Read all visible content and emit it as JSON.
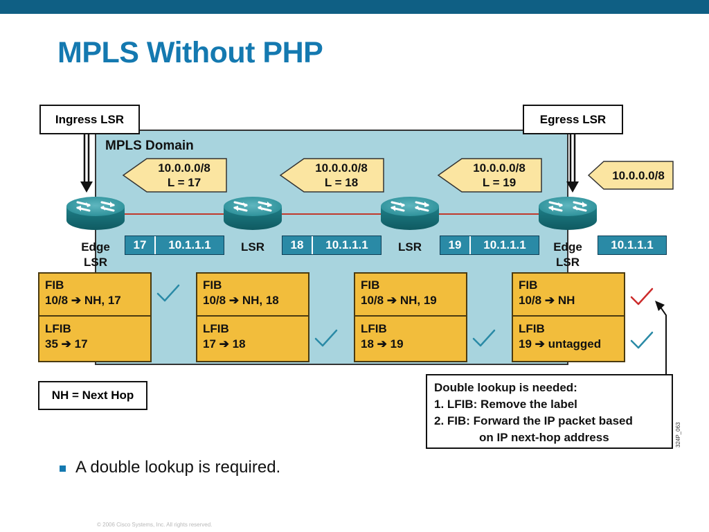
{
  "title": "MPLS Without PHP",
  "bullet": "A double lookup is required.",
  "copyright": "© 2006 Cisco Systems, Inc. All rights reserved.",
  "image_id": "324P_063",
  "colors": {
    "topbar": "#0f5f84",
    "title": "#1479b0",
    "domain_fill": "#a8d4de",
    "packet": "#2a8aa6",
    "route_arrow": "#fbe5a1",
    "table": "#f2bd3c",
    "link": "#c0392b",
    "check_ok": "#2a8aa6",
    "check_bad": "#cc2b2b"
  },
  "labels": {
    "ingress": "Ingress LSR",
    "egress": "Egress LSR",
    "domain": "MPLS Domain",
    "legend": "NH = Next Hop"
  },
  "route_adverts": [
    {
      "line1": "10.0.0.0/8",
      "line2": "L = 17"
    },
    {
      "line1": "10.0.0.0/8",
      "line2": "L = 18"
    },
    {
      "line1": "10.0.0.0/8",
      "line2": "L = 19"
    },
    {
      "line1": "10.0.0.0/8",
      "line2": ""
    }
  ],
  "routers": [
    {
      "name1": "Edge",
      "name2": "LSR"
    },
    {
      "name1": "LSR",
      "name2": ""
    },
    {
      "name1": "LSR",
      "name2": ""
    },
    {
      "name1": "Edge",
      "name2": "LSR"
    }
  ],
  "packets": [
    {
      "label": "17",
      "ip": "10.1.1.1"
    },
    {
      "label": "18",
      "ip": "10.1.1.1"
    },
    {
      "label": "19",
      "ip": "10.1.1.1"
    },
    {
      "label": "",
      "ip": "10.1.1.1"
    }
  ],
  "tables": [
    {
      "fib_title": "FIB",
      "fib_prefix": "10/8",
      "fib_action": "NH, 17",
      "lfib_title": "LFIB",
      "lfib_in": "35",
      "lfib_out": "17"
    },
    {
      "fib_title": "FIB",
      "fib_prefix": "10/8",
      "fib_action": "NH, 18",
      "lfib_title": "LFIB",
      "lfib_in": "17",
      "lfib_out": "18"
    },
    {
      "fib_title": "FIB",
      "fib_prefix": "10/8",
      "fib_action": "NH, 19",
      "lfib_title": "LFIB",
      "lfib_in": "18",
      "lfib_out": "19"
    },
    {
      "fib_title": "FIB",
      "fib_prefix": "10/8",
      "fib_action": "NH",
      "lfib_title": "LFIB",
      "lfib_in": "19",
      "lfib_out": "untagged"
    }
  ],
  "note": {
    "line1": "Double lookup is needed:",
    "line2": "1. LFIB: Remove the label",
    "line3": "2. FIB: Forward the IP packet based",
    "line4": "on IP next-hop address"
  }
}
